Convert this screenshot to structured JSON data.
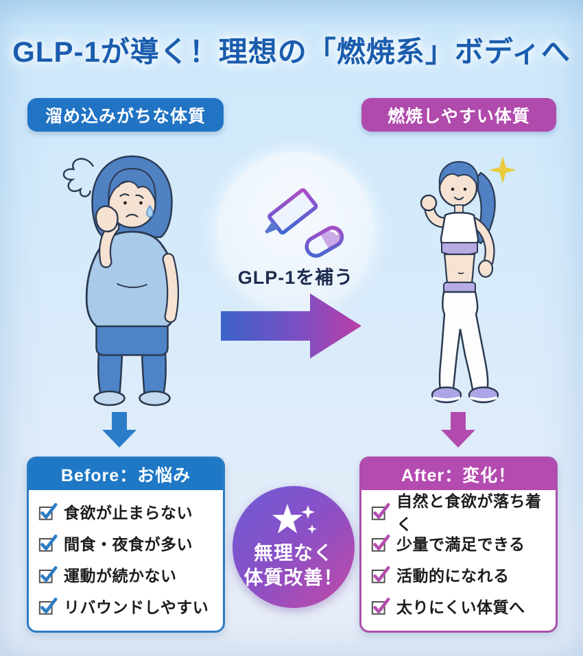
{
  "title": "GLP-1が導く！理想の「燃焼系」ボディへ",
  "left_column": {
    "badge": "溜め込みがちな体質",
    "figure": "worried-overweight-woman-illustration",
    "panel": {
      "header": "Before：お悩み",
      "items": [
        "食欲が止まらない",
        "間食・夜食が多い",
        "運動が続かない",
        "リバウンドしやすい"
      ]
    }
  },
  "right_column": {
    "badge": "燃焼しやすい体質",
    "figure": "fit-energetic-woman-illustration",
    "panel": {
      "header": "After：変化！",
      "items": [
        "自然と食欲が落ち着く",
        "少量で満足できる",
        "活動的になれる",
        "太りにくい体質へ"
      ]
    }
  },
  "center": {
    "treatment_label": "GLP-1を補う",
    "result_line1": "無理なく",
    "result_line2": "体質改善！"
  },
  "icons": [
    "syringe-icon",
    "capsule-icon",
    "right-arrow-icon",
    "down-arrow-icon",
    "checkbox-check-icon",
    "sparkle-star-icon",
    "stress-scribble-icon"
  ],
  "colors": {
    "background_top": "#cde8fb",
    "background_bottom": "#e9eef7",
    "title_blue": "#1a5cad",
    "primary_blue": "#2173c4",
    "primary_magenta": "#b04aac",
    "arrow_gradient_start": "#3b63c8",
    "arrow_gradient_end": "#bc3ea6",
    "result_circle_gradient_start": "#6d5bd6",
    "result_circle_gradient_end": "#c24aa6",
    "check_blue": "#2b7cc4",
    "check_magenta": "#b44fae",
    "list_text": "#1c1c1c",
    "treatment_text": "#1d2b4e"
  }
}
